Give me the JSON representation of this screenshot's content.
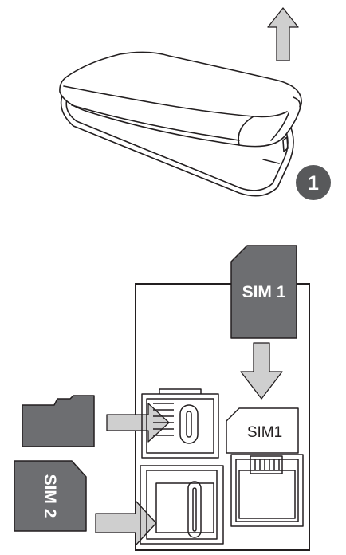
{
  "step": {
    "number": "1",
    "badge_color": "#58595b"
  },
  "labels": {
    "sim1_card": "SIM 1",
    "sim1_slot": "SIM1",
    "sim2_card": "SIM 2"
  },
  "icons": {
    "lift_cover": "arrow-up-icon",
    "insert_sim1": "arrow-down-icon",
    "insert_microsd": "arrow-right-icon",
    "insert_sim2": "arrow-right-icon"
  },
  "colors": {
    "card_fill": "#6d6e71",
    "arrow_fill": "#cfcfcf",
    "line": "#231f20"
  }
}
